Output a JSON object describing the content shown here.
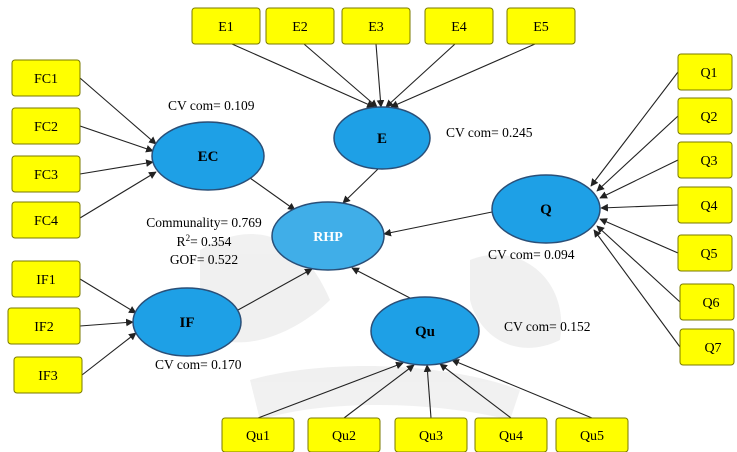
{
  "colors": {
    "indicator_fill": "#ffff00",
    "indicator_stroke": "#7a7a00",
    "construct_fill": "#1ea0e6",
    "construct_stroke": "#2a4f78",
    "rhp_fill": "#40aee8",
    "arrow": "#222222"
  },
  "constructs": {
    "E": "E",
    "EC": "EC",
    "Q": "Q",
    "RHP": "RHP",
    "IF": "IF",
    "Qu": "Qu"
  },
  "indicators": {
    "E": [
      "E1",
      "E2",
      "E3",
      "E4",
      "E5"
    ],
    "FC": [
      "FC1",
      "FC2",
      "FC3",
      "FC4"
    ],
    "IF": [
      "IF1",
      "IF2",
      "IF3"
    ],
    "Q": [
      "Q1",
      "Q2",
      "Q3",
      "Q4",
      "Q5",
      "Q6",
      "Q7"
    ],
    "Qu": [
      "Qu1",
      "Qu2",
      "Qu3",
      "Qu4",
      "Qu5"
    ]
  },
  "stats": {
    "ec_cv": "CV com= 0.109",
    "e_cv": "CV com= 0.245",
    "q_cv": "CV com= 0.094",
    "qu_cv": "CV com= 0.152",
    "if_cv": "CV com= 0.170",
    "communality": "Communality= 0.769",
    "r2_prefix": "R",
    "r2_sup": "2",
    "r2_rest": "= 0.354",
    "gof": "GOF= 0.522"
  }
}
